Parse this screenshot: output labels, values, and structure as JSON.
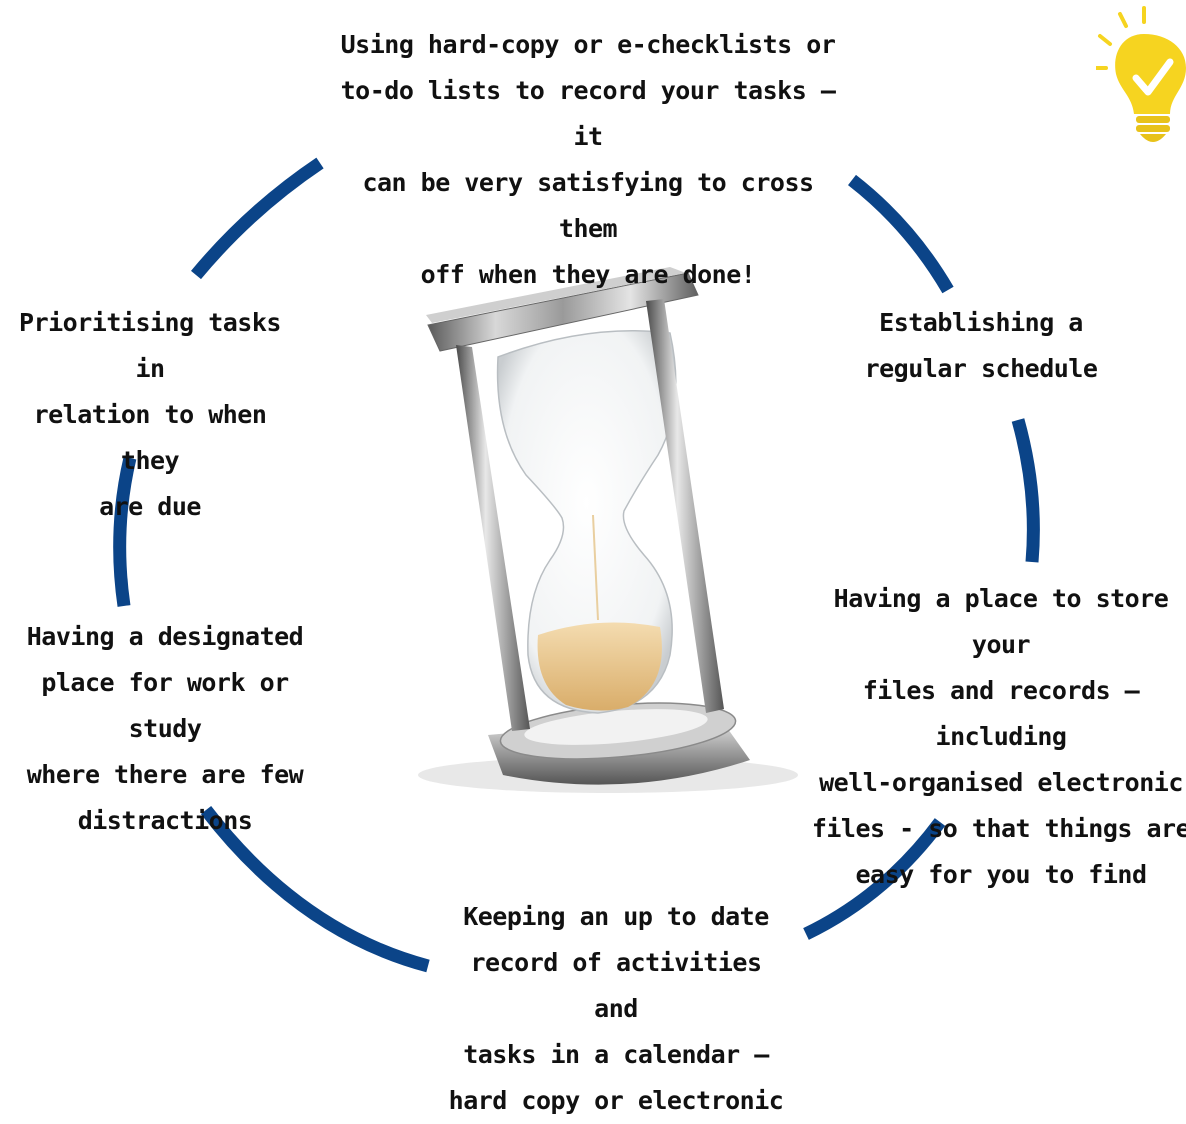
{
  "captions": {
    "top": "Using hard-copy or e-checklists or\nto-do lists to record your tasks – it\ncan be very satisfying to cross them\noff when they are done!",
    "left": "Prioritising tasks in\nrelation to when they\nare due",
    "right": "Establishing a\nregular schedule",
    "left2": "Having a designated\nplace for work or study\nwhere there are few\ndistractions",
    "right2": "Having a place to store your\nfiles and records – including\nwell-organised electronic\nfiles - so that things are\neasy for you to find",
    "bottom": "Keeping an up to date\nrecord of activities and\ntasks in a calendar –\nhard copy or electronic"
  },
  "icons": {
    "center": "hourglass-icon",
    "corner": "lightbulb-check-icon"
  },
  "colors": {
    "arc": "#0b4488",
    "bulb": "#f6d420",
    "sand": "#e8c58e",
    "text": "#111111"
  }
}
